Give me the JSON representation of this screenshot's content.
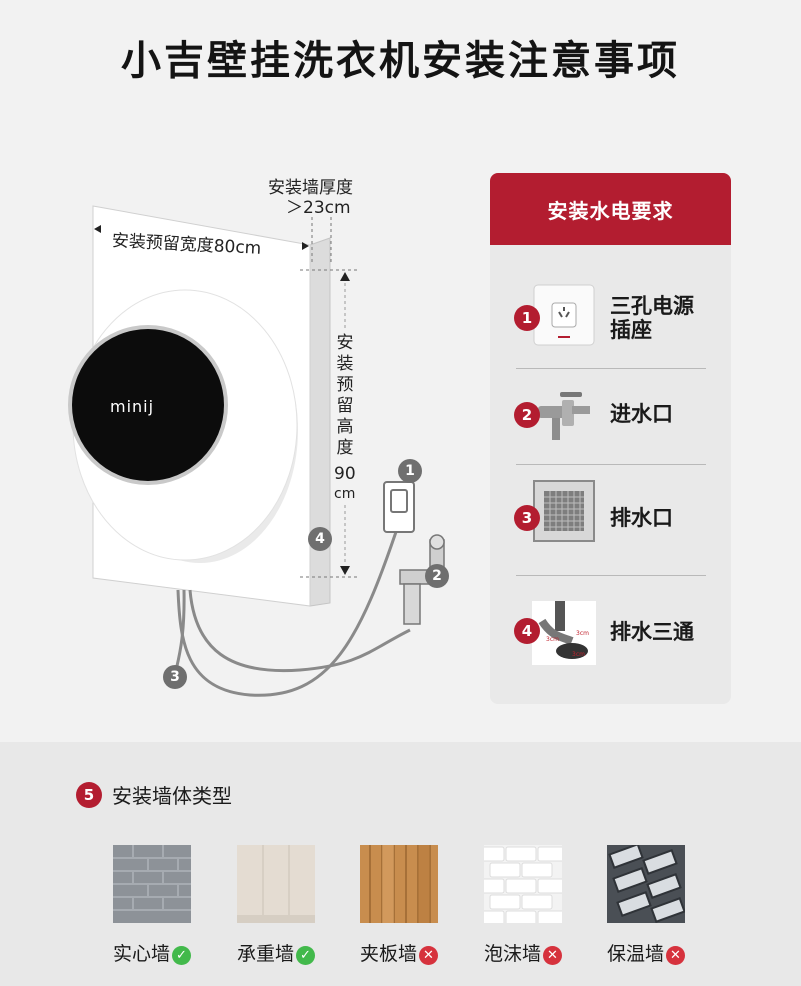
{
  "title": "小吉壁挂洗衣机安装注意事项",
  "diagram": {
    "wall_thickness_label": "安装墙厚度",
    "wall_thickness_value": "＞23cm",
    "width_label": "安装预留宽度80cm",
    "height_label_chars": [
      "安",
      "装",
      "预",
      "留",
      "高",
      "度"
    ],
    "height_value": "90",
    "height_unit": "cm",
    "brand": "minij",
    "markers": [
      "1",
      "2",
      "3",
      "4"
    ]
  },
  "panel": {
    "title": "安装水电要求",
    "items": [
      {
        "num": "1",
        "label_line1": "三孔电源",
        "label_line2": "插座",
        "icon": "power-socket-icon"
      },
      {
        "num": "2",
        "label_line1": "进水口",
        "label_line2": "",
        "icon": "water-tap-icon"
      },
      {
        "num": "3",
        "label_line1": "排水口",
        "label_line2": "",
        "icon": "floor-drain-icon"
      },
      {
        "num": "4",
        "label_line1": "排水三通",
        "label_line2": "",
        "icon": "drain-tee-icon"
      }
    ],
    "tee_marks": [
      "3cm",
      "3cm",
      "3cm"
    ]
  },
  "walls": {
    "num": "5",
    "title": "安装墙体类型",
    "items": [
      {
        "label": "实心墙",
        "ok": true,
        "mark": "✓"
      },
      {
        "label": "承重墙",
        "ok": true,
        "mark": "✓"
      },
      {
        "label": "夹板墙",
        "ok": false,
        "mark": "✕"
      },
      {
        "label": "泡沫墙",
        "ok": false,
        "mark": "✕"
      },
      {
        "label": "保温墙",
        "ok": false,
        "mark": "✕"
      }
    ]
  },
  "colors": {
    "accent": "#b31d30",
    "ok": "#42b94b",
    "no": "#d6323d"
  }
}
